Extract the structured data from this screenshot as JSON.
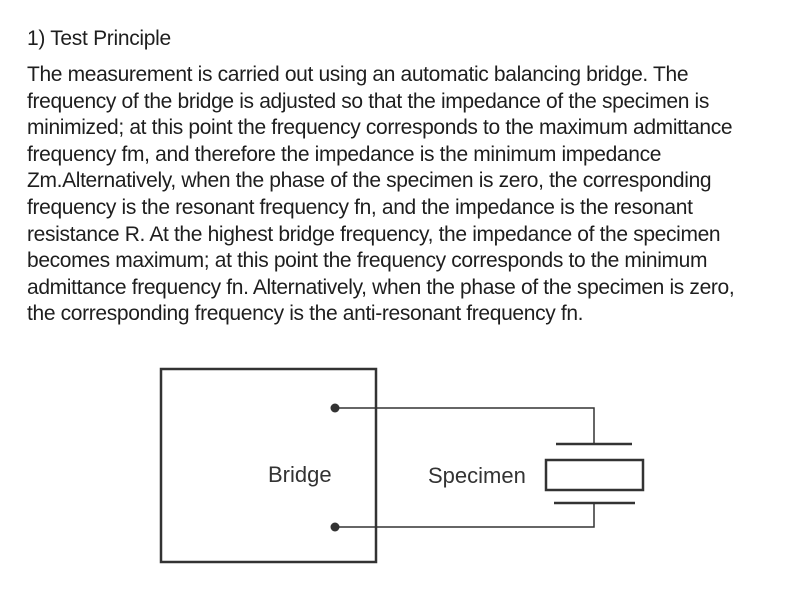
{
  "section_title": "1) Test Principle",
  "paragraph_lines": [
    "The measurement is carried out using an automatic balancing bridge. The",
    "frequency of the bridge is adjusted so that the impedance of the specimen is",
    "minimized; at this point the frequency corresponds to the maximum admittance",
    "frequency fm, and therefore the impedance is the minimum impedance",
    "Zm.Alternatively, when the phase of the specimen is zero, the corresponding",
    "frequency is the resonant frequency fn, and the impedance is the resonant",
    "resistance R. At the highest bridge frequency, the impedance of the specimen",
    "becomes maximum; at this point the frequency corresponds to the minimum",
    "admittance frequency  fn. Alternatively, when the phase of the specimen is zero,",
    "the corresponding frequency is the anti-resonant frequency fn."
  ],
  "diagram": {
    "bridge_label": "Bridge",
    "specimen_label": "Specimen"
  }
}
